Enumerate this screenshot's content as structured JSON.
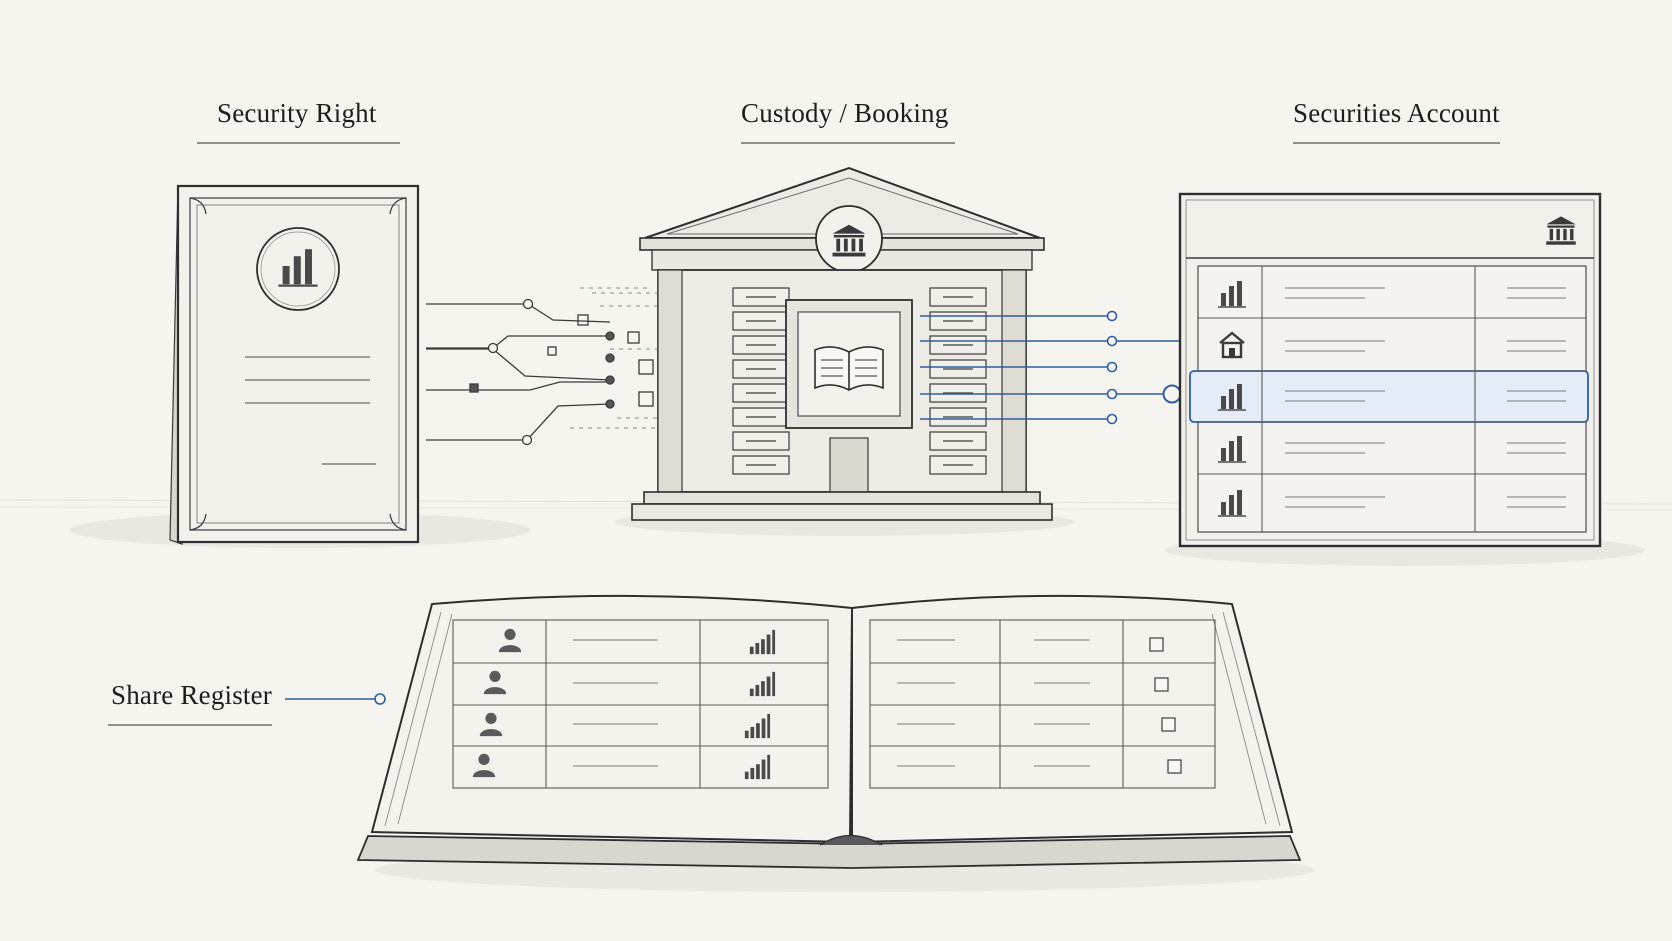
{
  "labels": {
    "security_right": "Security Right",
    "custody_booking": "Custody / Booking",
    "securities_account": "Securities Account",
    "share_register": "Share Register"
  },
  "colors": {
    "background": "#f6f4ef",
    "pencil": "#3a3a3a",
    "accent_blue": "#2f5e9e",
    "highlight_fill": "#e3ecf7"
  },
  "icons": {
    "certificate_emblem": "bar-chart-icon",
    "bank_pediment": "bank-icon",
    "ledger_book": "open-book-icon",
    "account_header": "bank-icon",
    "account_rows": [
      "bar-chart-icon",
      "house-icon",
      "bar-chart-icon",
      "bar-chart-icon",
      "bar-chart-icon"
    ],
    "register_rows": [
      "person-icon",
      "person-icon",
      "person-icon",
      "person-icon"
    ]
  },
  "account": {
    "highlighted_row": 2
  }
}
